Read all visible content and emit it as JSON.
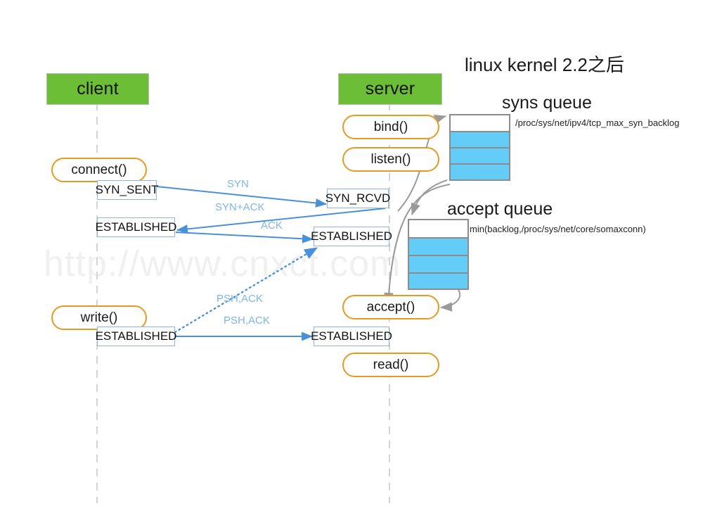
{
  "diagram": {
    "title": "linux  kernel 2.2之后",
    "watermark": "http://www.cnxct.com",
    "lanes": [
      {
        "id": "client",
        "label": "client"
      },
      {
        "id": "server",
        "label": "server"
      }
    ],
    "client_calls": [
      {
        "id": "connect",
        "label": "connect()"
      },
      {
        "id": "write",
        "label": "write()"
      }
    ],
    "server_calls": [
      {
        "id": "bind",
        "label": "bind()"
      },
      {
        "id": "listen",
        "label": "listen()"
      },
      {
        "id": "accept",
        "label": "accept()"
      },
      {
        "id": "read",
        "label": "read()"
      }
    ],
    "client_states": [
      {
        "id": "syn-sent",
        "label": "SYN_SENT"
      },
      {
        "id": "established-1",
        "label": "ESTABLISHED"
      },
      {
        "id": "established-2",
        "label": "ESTABLISHED"
      }
    ],
    "server_states": [
      {
        "id": "syn-rcvd",
        "label": "SYN_RCVD"
      },
      {
        "id": "established-1",
        "label": "ESTABLISHED"
      },
      {
        "id": "established-2",
        "label": "ESTABLISHED"
      }
    ],
    "messages": [
      {
        "id": "syn",
        "label": "SYN",
        "direction": "client-to-server"
      },
      {
        "id": "syn-ack",
        "label": "SYN+ACK",
        "direction": "server-to-client"
      },
      {
        "id": "ack",
        "label": "ACK",
        "direction": "client-to-server"
      },
      {
        "id": "psh-ack-dotted",
        "label": "PSH,ACK",
        "direction": "client-to-server"
      },
      {
        "id": "psh-ack-solid",
        "label": "PSH,ACK",
        "direction": "client-to-server"
      }
    ],
    "queues": [
      {
        "id": "syns-queue",
        "title": "syns queue",
        "note": "/proc/sys/net/ipv4/tcp_max_syn_backlog",
        "slots": [
          "empty",
          "filled",
          "filled",
          "filled"
        ]
      },
      {
        "id": "accept-queue",
        "title": "accept queue",
        "note": "min(backlog,/proc/sys/net/core/somaxconn)",
        "slots": [
          "empty",
          "filled",
          "filled",
          "filled"
        ]
      }
    ],
    "colors": {
      "lane_header": "#6cbe37",
      "pill_border": "#e8991f",
      "state_border": "#8ab6e0",
      "flow_arrow": "#4a90d9",
      "flow_label": "#7eb6e8",
      "queue_border": "#8c8c8c",
      "queue_fill": "#63ccf7",
      "lifeline": "#d4d4d4",
      "curved_arrow": "#9a9a9a"
    }
  }
}
